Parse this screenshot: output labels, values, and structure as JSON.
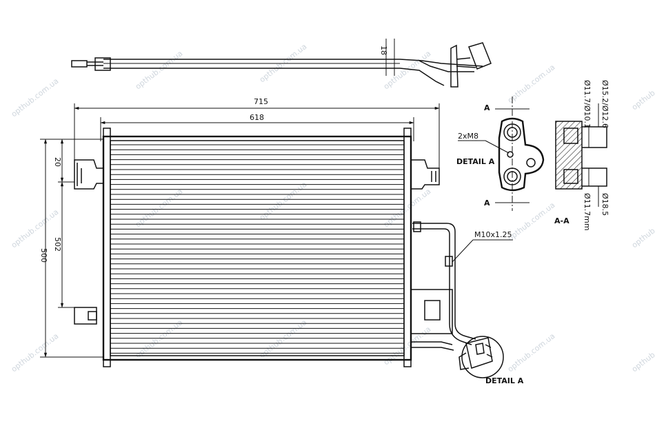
{
  "watermark": "opthub.com.ua",
  "dimensions": {
    "overall_width": "715",
    "core_width": "618",
    "overall_height": "500",
    "inner_height": "502",
    "bracket_offset": "20",
    "top_thickness": "18"
  },
  "callouts": {
    "thread": "M10x1.25",
    "hole": "2xM8",
    "detail_a_ref": "DETAIL A",
    "detail_a_view": "DETAIL A",
    "section_mark": "A",
    "section_view": "A-A",
    "section_dims": [
      "Ø15.2/Ø12.6",
      "Ø11.7/Ø10.1",
      "Ø18.5",
      "Ø11.7mm"
    ]
  }
}
